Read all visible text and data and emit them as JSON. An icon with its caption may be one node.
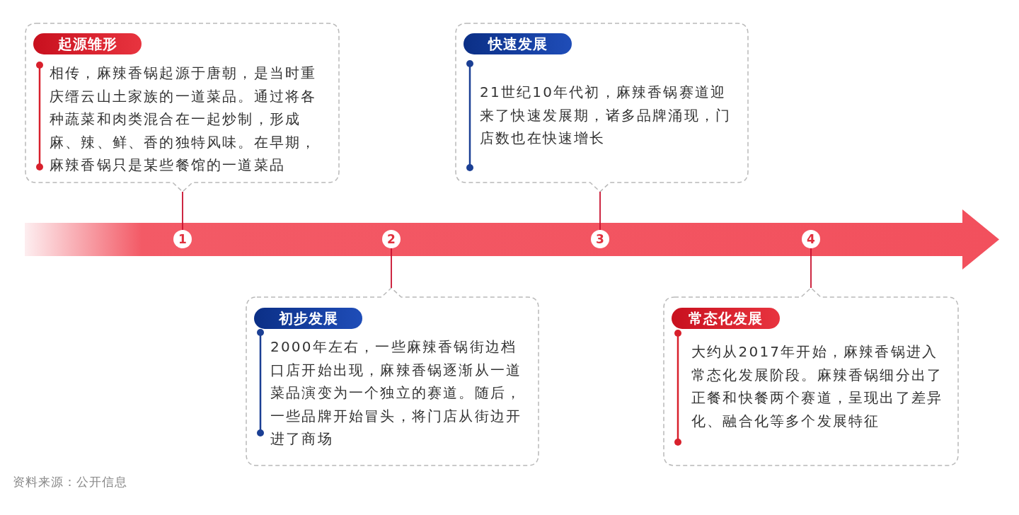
{
  "diagram": {
    "caption": "资料来源：公开信息",
    "nodes": [
      {
        "text": [
          "起源雏形",
          "相传，麻辣香锅起源于唐朝，是当时重庆缙云山土家族的一道菜品。通过将各种蔬菜和肉类混合在一起炒制，形成麻、辣、鲜、香的独特风味。在早期，麻辣香锅只是某些餐馆的一道菜品"
        ]
      },
      {
        "text": [
          "快速发展",
          "21世纪10年代初，麻辣香锅赛道迎来了快速发展期，诸多品牌涌现，门店数也在快速增长"
        ]
      },
      {
        "text": [],
        "shape": "arrow"
      },
      {
        "text": [
          "1"
        ],
        "in": 2
      },
      {
        "text": [
          "2"
        ],
        "in": 2
      },
      {
        "text": [
          "3"
        ],
        "in": 2
      },
      {
        "text": [
          "4"
        ],
        "in": 2
      },
      {
        "text": [
          "初步发展",
          "2000年左右，一些麻辣香锅街边档口店开始出现，麻辣香锅逐渐从一道菜品演变为一个独立的赛道。随后，一些品牌开始冒头，将门店从街边开进了商场"
        ]
      },
      {
        "text": [
          "常态化发展",
          "大约从2017年开始，麻辣香锅进入常态化发展阶段。麻辣香锅细分出了正餐和快餐两个赛道，呈现出了差异化、融合化等多个发展特征"
        ]
      }
    ],
    "edges": [
      {
        "from": 3,
        "to": 0,
        "arrow": "none"
      },
      {
        "from": 4,
        "to": 7,
        "arrow": "none"
      },
      {
        "from": 5,
        "to": 1,
        "arrow": "none"
      },
      {
        "from": 6,
        "to": 8,
        "arrow": "none"
      }
    ]
  }
}
